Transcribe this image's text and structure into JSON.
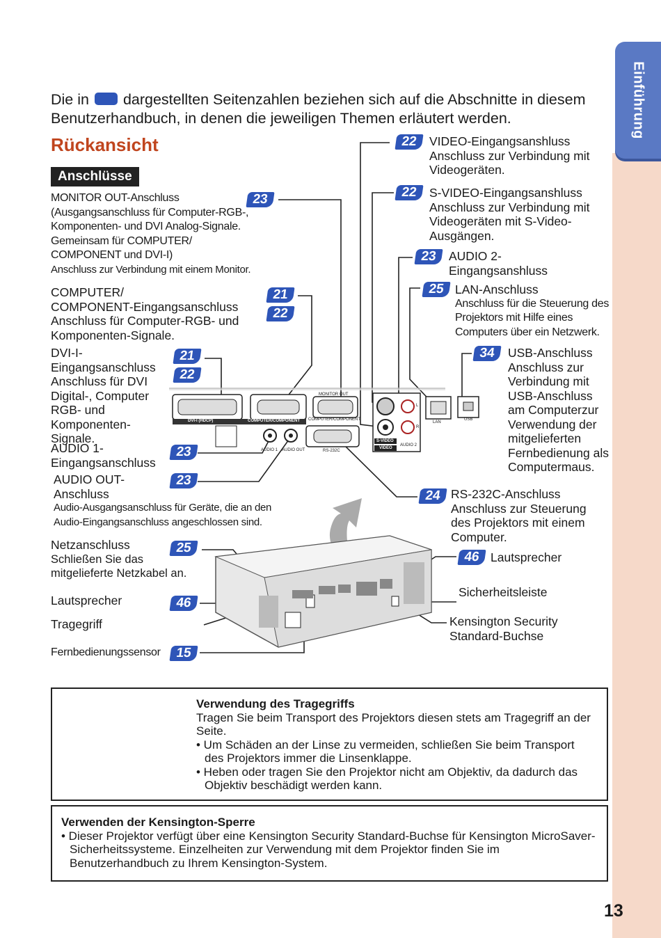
{
  "sidebar_tab": "Einführung",
  "intro": {
    "before": "Die in",
    "after": "dargestellten Seitenzahlen beziehen sich auf die Abschnitte in diesem Benutzerhandbuch, in denen die jeweiligen Themen erläutert werden."
  },
  "title": "Rückansicht",
  "subtitle": "Anschlüsse",
  "left": {
    "monitor_out": {
      "title": "MONITOR OUT-Anschluss",
      "desc": "(Ausgangsanschluss für Computer-RGB-, Komponenten- und DVI Analog-Signale. Gemeinsam für COMPUTER/ COMPONENT und DVI-I)",
      "sub": "Anschluss zur Verbindung mit einem Monitor.",
      "page": "23"
    },
    "computer": {
      "title1": "COMPUTER/",
      "title2": "COMPONENT-Eingangsanschluss",
      "desc": "Anschluss für Computer-RGB- und Komponenten-Signale.",
      "page1": "21",
      "page2": "22"
    },
    "dvi": {
      "title1": "DVI-I-",
      "title2": "Eingangsanschluss",
      "desc": "Anschluss für DVI Digital-, Computer RGB- und Komponenten-Signale.",
      "page1": "21",
      "page2": "22"
    },
    "audio1": {
      "title1": "AUDIO 1-",
      "title2": "Eingangsanschluss",
      "page": "23"
    },
    "audio_out": {
      "title1": "AUDIO OUT-",
      "title2": "Anschluss",
      "desc": "Audio-Ausgangsanschluss für Geräte, die an den Audio-Eingangsanschluss angeschlossen sind.",
      "page": "23"
    },
    "power": {
      "title": "Netzanschluss",
      "desc": "Schließen Sie das mitgelieferte Netzkabel an.",
      "page": "25"
    },
    "speaker": {
      "title": "Lautsprecher",
      "page": "46"
    },
    "handle": {
      "title": "Tragegriff"
    },
    "sensor": {
      "title": "Fernbedienungssensor",
      "page": "15"
    }
  },
  "right": {
    "video": {
      "title": "VIDEO-Eingangsanshluss",
      "desc": "Anschluss zur Verbindung mit Videogeräten.",
      "page": "22"
    },
    "svideo": {
      "title": "S-VIDEO-Eingangsanshluss",
      "desc": "Anschluss zur Verbindung mit Videogeräten mit S-Video-Ausgängen.",
      "page": "22"
    },
    "audio2": {
      "title1": "AUDIO 2-",
      "title2": "Eingangsanshluss",
      "page": "23"
    },
    "lan": {
      "title": "LAN-Anschluss",
      "desc": "Anschluss für die Steuerung des Projektors mit Hilfe eines Computers über ein Netzwerk.",
      "page": "25"
    },
    "usb": {
      "title": "USB-Anschluss",
      "desc": "Anschluss zur Verbindung mit USB-Anschluss am Computerzur Verwendung der mitgelieferten Fernbedienung als Computermaus.",
      "page": "34"
    },
    "rs232": {
      "title": "RS-232C-Anschluss",
      "desc": "Anschluss zur Steuerung des Projektors mit einem Computer.",
      "page": "24"
    },
    "speaker": {
      "title": "Lautsprecher",
      "page": "46"
    },
    "security": {
      "title": "Sicherheitsleiste"
    },
    "kensington": {
      "title1": "Kensington Security",
      "title2": "Standard-Buchse"
    }
  },
  "panel_labels": {
    "monitor_out": "MONITOR OUT",
    "dvi": "DVI-I (HDCP)",
    "computer": "COMPUTER/COMPONENT",
    "computer2": "COMPUTER/COMPONENT",
    "audio1": "AUDIO 1",
    "audio_out": "AUDIO OUT",
    "rs232": "RS-232C",
    "svideo": "S-VIDEO",
    "video": "VIDEO",
    "audio2": "AUDIO 2",
    "lan": "LAN",
    "usb": "USB",
    "l": "L",
    "r": "R"
  },
  "box1": {
    "title": "Verwendung des Tragegriffs",
    "text": "Tragen Sie beim Transport des Projektors diesen stets am Tragegriff an der Seite.",
    "bullets": [
      "• Um Schäden an der Linse zu vermeiden, schließen Sie  beim Transport des Projektors immer die Linsenklappe.",
      "• Heben oder tragen Sie den Projektor nicht am Objektiv, da dadurch das Objektiv beschädigt werden kann."
    ]
  },
  "box2": {
    "title": "Verwenden der Kensington-Sperre",
    "bullet": "• Dieser Projektor verfügt über eine Kensington Security Standard-Buchse für Kensington MicroSaver-Sicherheitssysteme. Einzelheiten zur Verwendung mit dem Projektor finden Sie im Benutzerhandbuch zu Ihrem Kensington-System."
  },
  "page_number": "13"
}
